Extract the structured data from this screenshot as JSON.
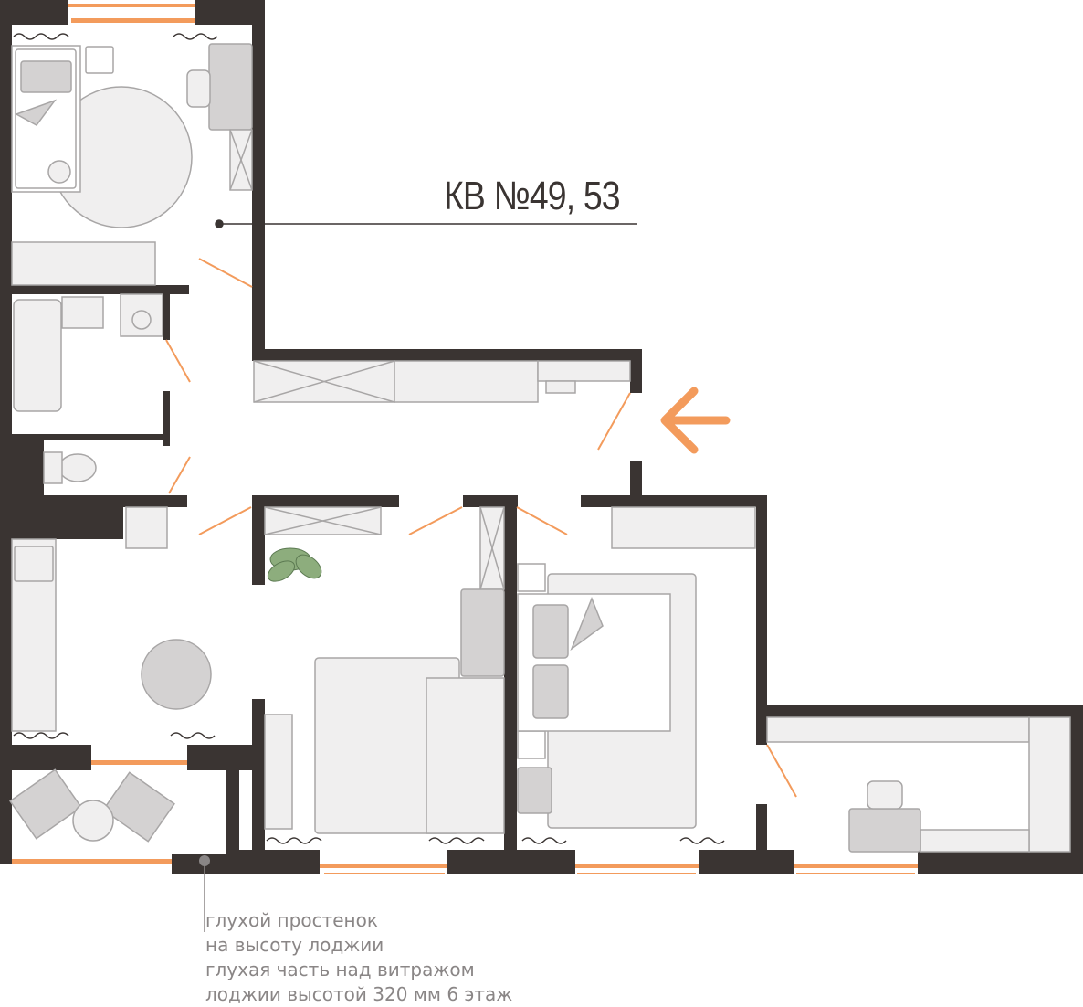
{
  "plan": {
    "title": "КВ №49, 53",
    "notes": [
      "глухой простенок",
      "на высоту лоджии",
      "глухая часть над витражом",
      "лоджии высотой 320 мм 6 этаж"
    ]
  },
  "colors": {
    "wall": "#3a3432",
    "accent": "#f39b5c",
    "furniture_fill": "#f0efef",
    "furniture_stroke": "#a8a6a6",
    "furniture_dark": "#d4d2d2"
  },
  "icons": [
    "entrance-arrow-icon",
    "snowflake-icon",
    "plant-icon",
    "radiator-icon"
  ]
}
